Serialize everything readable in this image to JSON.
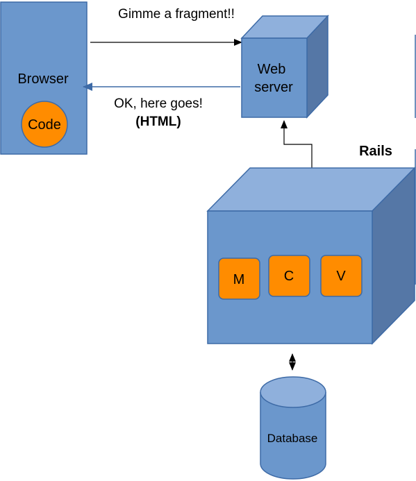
{
  "browser": {
    "label": "Browser",
    "code_label": "Code"
  },
  "web_server": {
    "line1": "Web",
    "line2": "server"
  },
  "request": {
    "label": "Gimme a fragment!!"
  },
  "response": {
    "label": "OK, here goes!",
    "format": "(HTML)"
  },
  "rails": {
    "label": "Rails",
    "components": {
      "model": "M",
      "controller": "C",
      "view": "V"
    }
  },
  "database": {
    "label": "Database"
  },
  "colors": {
    "box_front": "#6b97cc",
    "box_top": "#8fb0dc",
    "box_side": "#5577a6",
    "stroke": "#3d6aa6",
    "component_orange": "#ff8c00",
    "component_stroke": "#c06000",
    "arrow_response": "#3d6aa6"
  }
}
